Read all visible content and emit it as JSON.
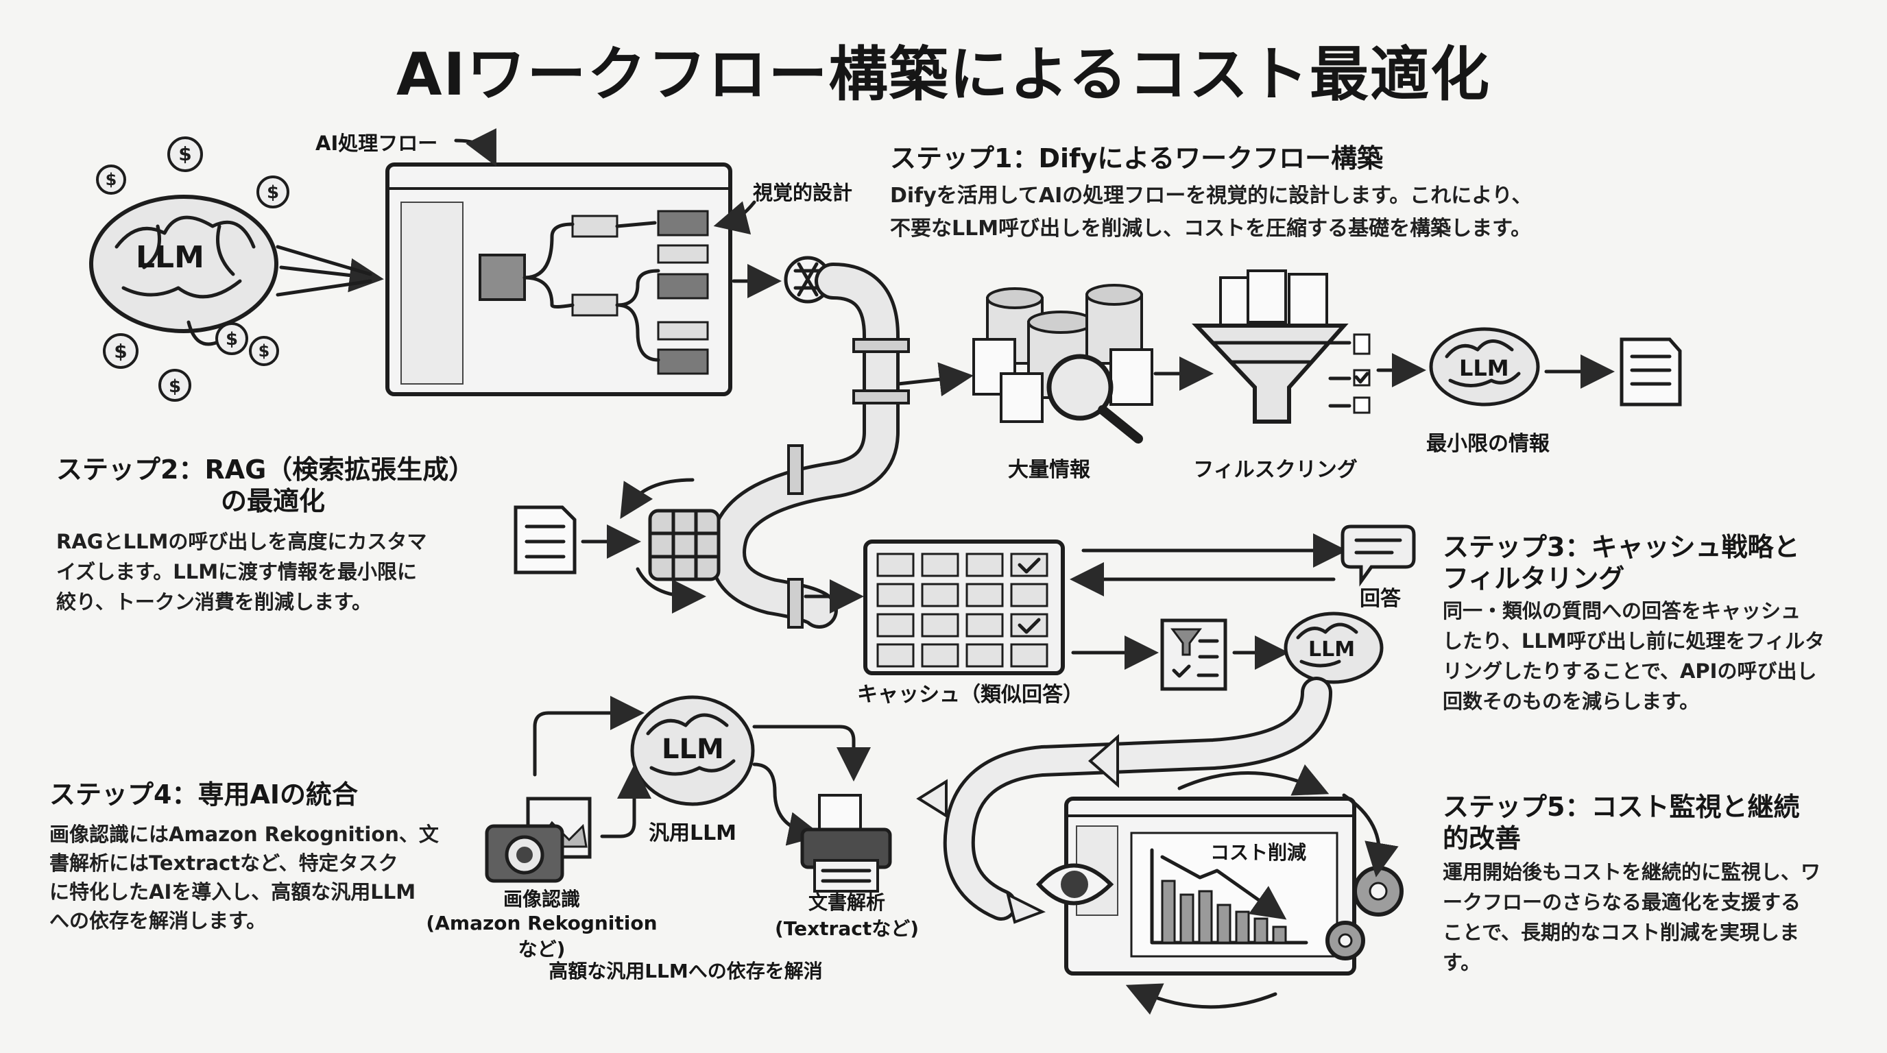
{
  "title": "AIワークフロー構築によるコスト最適化",
  "labels": {
    "ai_flow": "AI処理フロー",
    "visual_design": "視覚的設計",
    "llm": "LLM",
    "mass_info": "大量情報",
    "filtering": "フィルスクリング",
    "minimal_info": "最小限の情報",
    "answer": "回答",
    "cache": "キャッシュ（類似回答）",
    "general_llm": "汎用LLM",
    "image_recognition": "画像認識",
    "image_recognition_sub": "(Amazon Rekognitionなど)",
    "doc_analysis": "文書解析",
    "doc_analysis_sub": "(Textractなど)",
    "dependency_removed": "高額な汎用LLMへの依存を解消",
    "cost_reduction": "コスト削減"
  },
  "steps": {
    "step1": {
      "heading": "ステップ1：Difyによるワークフロー構築",
      "lines": [
        "Difyを活用してAIの処理フローを視覚的に設計します。これにより、",
        "不要なLLM呼び出しを削減し、コストを圧縮する基礎を構築します。"
      ]
    },
    "step2": {
      "heading_lines": [
        "ステップ2：RAG（検索拡張生成）",
        "の最適化"
      ],
      "lines": [
        "RAGとLLMの呼び出しを高度にカスタマ",
        "イズします。LLMに渡す情報を最小限に",
        "絞り、トークン消費を削減します。"
      ]
    },
    "step3": {
      "heading_lines": [
        "ステップ3：キャッシュ戦略と",
        "フィルタリング"
      ],
      "lines": [
        "同一・類似の質問への回答をキャッシュ",
        "したり、LLM呼び出し前に処理をフィルタ",
        "リングしたりすることで、APIの呼び出し",
        "回数そのものを減らします。"
      ]
    },
    "step4": {
      "heading": "ステップ4：専用AIの統合",
      "lines": [
        "画像認識にはAmazon Rekognition、文",
        "書解析にはTextractなど、特定タスク",
        "に特化したAIを導入し、高額な汎用LLM",
        "への依存を解消します。"
      ]
    },
    "step5": {
      "heading_lines": [
        "ステップ5：コスト監視と継続",
        "的改善"
      ],
      "lines": [
        "運用開始後もコストを継続的に監視し、ワ",
        "ークフローのさらなる最適化を支援する",
        "ことで、長期的なコスト削減を実現しま",
        "す。"
      ]
    }
  },
  "icons": [
    "brain-icon",
    "dollar-coin-icon",
    "browser-window-icon",
    "openai-logo-icon",
    "pipe-icon",
    "database-icon",
    "document-icon",
    "magnifier-icon",
    "funnel-icon",
    "checklist-icon",
    "cube-icon",
    "cache-grid-icon",
    "chat-bubble-icon",
    "camera-icon",
    "printer-icon",
    "eye-icon",
    "gear-icon",
    "bar-chart-icon"
  ]
}
